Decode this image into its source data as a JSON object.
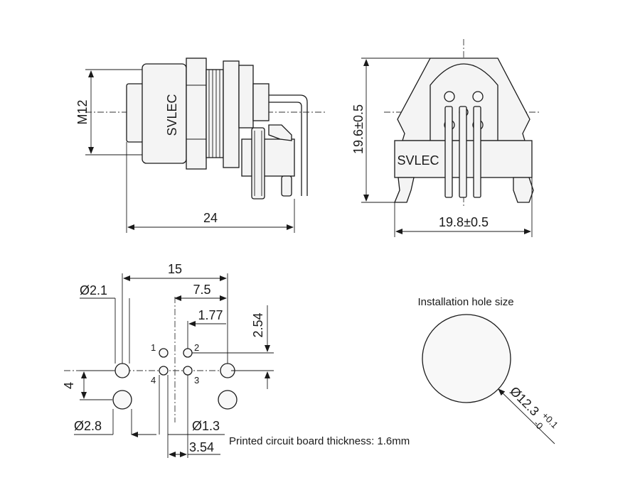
{
  "side_view": {
    "brand": "SVLEC",
    "thread_label": "M12",
    "length_label": "24"
  },
  "front_view": {
    "brand": "SVLEC",
    "height_label": "19.6±0.5",
    "width_label": "19.8±0.5"
  },
  "pcb_layout": {
    "overall_width": "15",
    "half_width": "7.5",
    "pin_offset_x": "1.77",
    "pin_offset_y": "2.54",
    "row_spacing": "4",
    "mount_hole_small": "Ø2.1",
    "mount_hole_large": "Ø2.8",
    "pin_hole": "Ø1.3",
    "pin_spacing": "3.54",
    "pin_numbers": [
      "1",
      "2",
      "3",
      "4"
    ],
    "pcb_note": "Printed circuit board thickness: 1.6mm"
  },
  "installation": {
    "title": "Installation hole size",
    "hole_diameter": "Ø12.3",
    "tolerance_upper": "+0.1",
    "tolerance_lower": "-0"
  }
}
